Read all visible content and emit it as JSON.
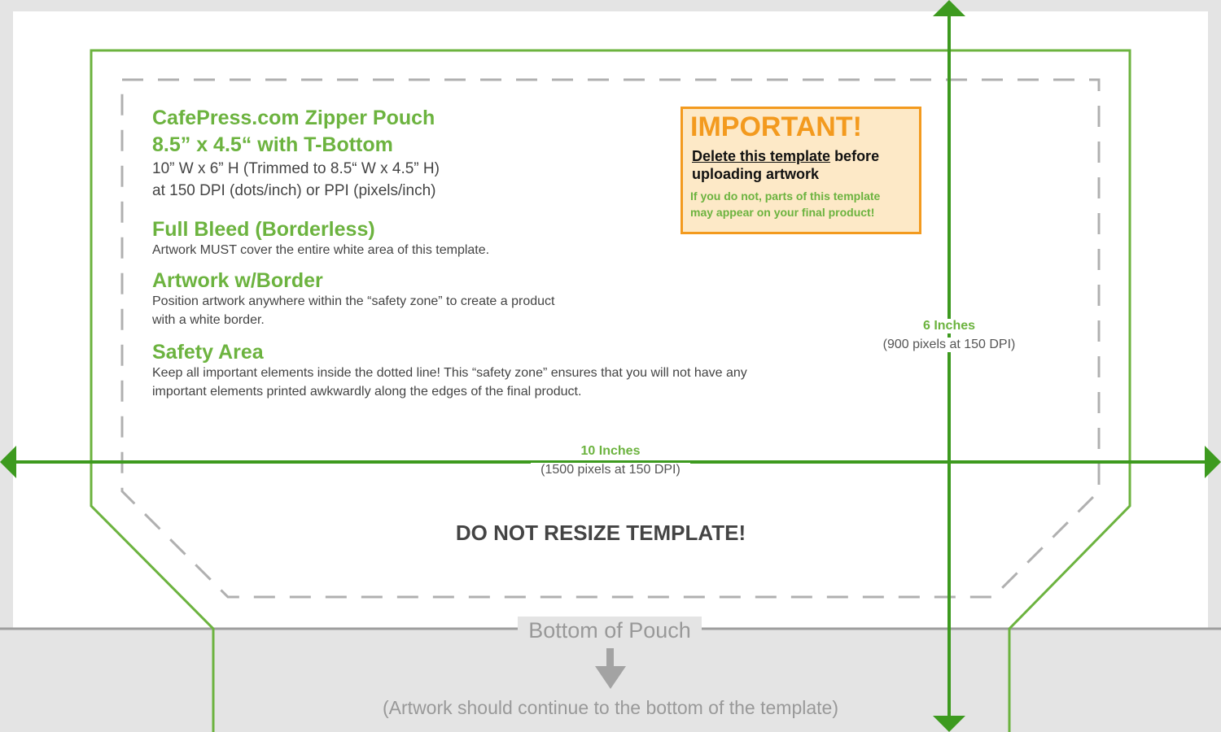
{
  "header": {
    "title_line1": "CafePress.com Zipper Pouch",
    "title_line2": "8.5” x 4.5“ with  T-Bottom",
    "size_line1": "10” W x 6” H (Trimmed to 8.5“ W x 4.5” H)",
    "size_line2": "at 150 DPI (dots/inch) or PPI (pixels/inch)"
  },
  "sections": {
    "full_bleed": {
      "title": "Full Bleed (Borderless)",
      "text": "Artwork MUST cover the entire white area of this template."
    },
    "border": {
      "title": "Artwork w/Border",
      "line1": "Position artwork anywhere within the “safety zone” to create a product",
      "line2": "with a white border."
    },
    "safety": {
      "title": "Safety Area",
      "line1": "Keep all important elements inside the dotted line!  This “safety zone” ensures that you will not have any",
      "line2": "important elements printed awkwardly along the edges of the final product."
    }
  },
  "important": {
    "title": "IMPORTANT!",
    "line1_underlined": "Delete this template",
    "line1_rest": " before",
    "line2": "uploading artwork",
    "note1": "If you do not, parts of this template",
    "note2": "may appear on your final product!"
  },
  "dimensions": {
    "height_label": "6 Inches",
    "height_sub": "(900 pixels at 150 DPI)",
    "width_label": "10 Inches",
    "width_sub": "(1500 pixels at 150 DPI)"
  },
  "warning": "DO NOT RESIZE TEMPLATE!",
  "bottom": {
    "label": "Bottom of Pouch",
    "note": "(Artwork should continue to the bottom of the template)"
  },
  "colors": {
    "green": "#6cb33f",
    "dark_green": "#3d9a1f",
    "orange": "#f39a1e",
    "important_bg": "#fde9c7",
    "safety_dash": "#b0b0b0",
    "background_gray": "#e4e4e4"
  }
}
